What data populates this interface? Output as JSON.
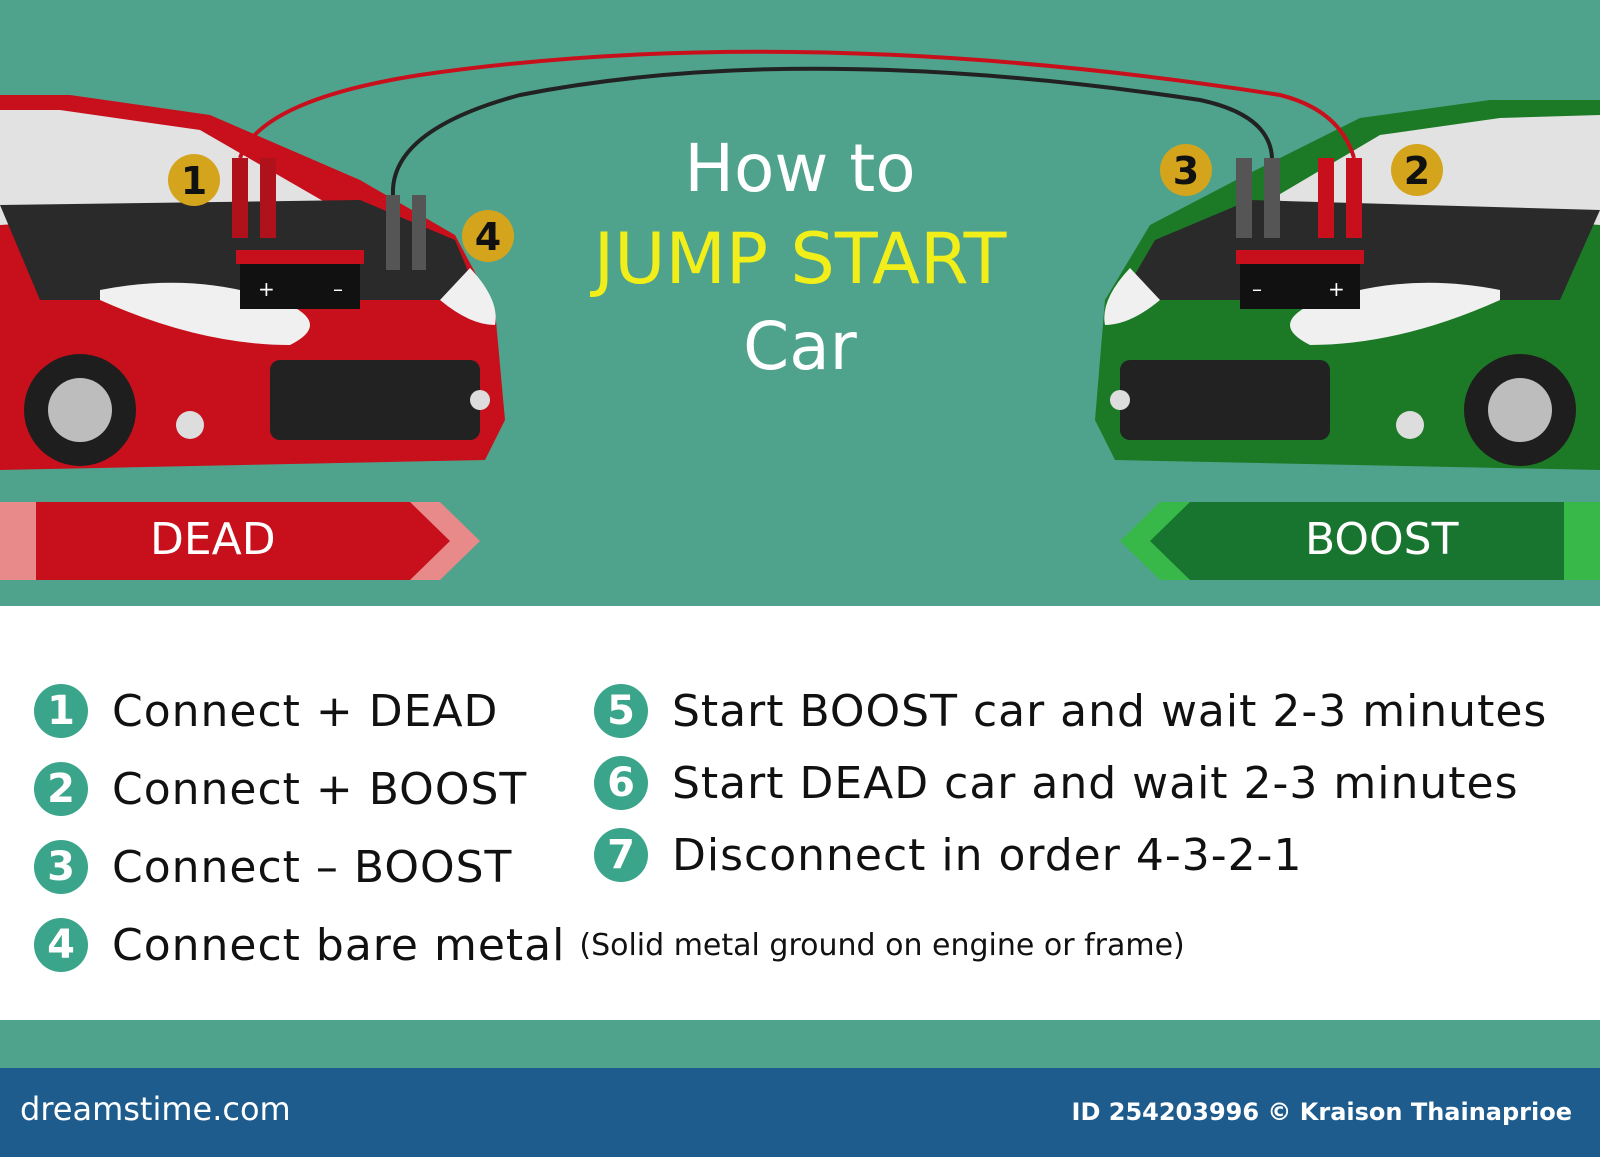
{
  "title": {
    "line1": "How to",
    "line2": "JUMP START",
    "line3": "Car"
  },
  "banners": {
    "dead": "DEAD",
    "boost": "BOOST"
  },
  "badges": {
    "b1": "1",
    "b2": "2",
    "b3": "3",
    "b4": "4"
  },
  "battery": {
    "plus": "+",
    "minus": "–"
  },
  "steps": [
    {
      "num": "1",
      "text": "Connect + DEAD"
    },
    {
      "num": "2",
      "text": "Connect + BOOST"
    },
    {
      "num": "3",
      "text": "Connect – BOOST"
    },
    {
      "num": "4",
      "text": "Connect bare metal",
      "note": "(Solid metal ground on engine or frame)"
    },
    {
      "num": "5",
      "text": "Start BOOST car and wait 2-3 minutes"
    },
    {
      "num": "6",
      "text": "Start DEAD car and wait 2-3 minutes"
    },
    {
      "num": "7",
      "text": "Disconnect in order 4-3-2-1"
    }
  ],
  "footer": {
    "logo": "dreamstime.com",
    "credit": "ID 254203996 © Kraison Thainaprioe"
  },
  "colors": {
    "teal": "#4fa38c",
    "dead_red": "#c8102e",
    "boost_green": "#17752f",
    "title_yellow": "#f2ee1a",
    "footer_blue": "#1e5c8e"
  }
}
